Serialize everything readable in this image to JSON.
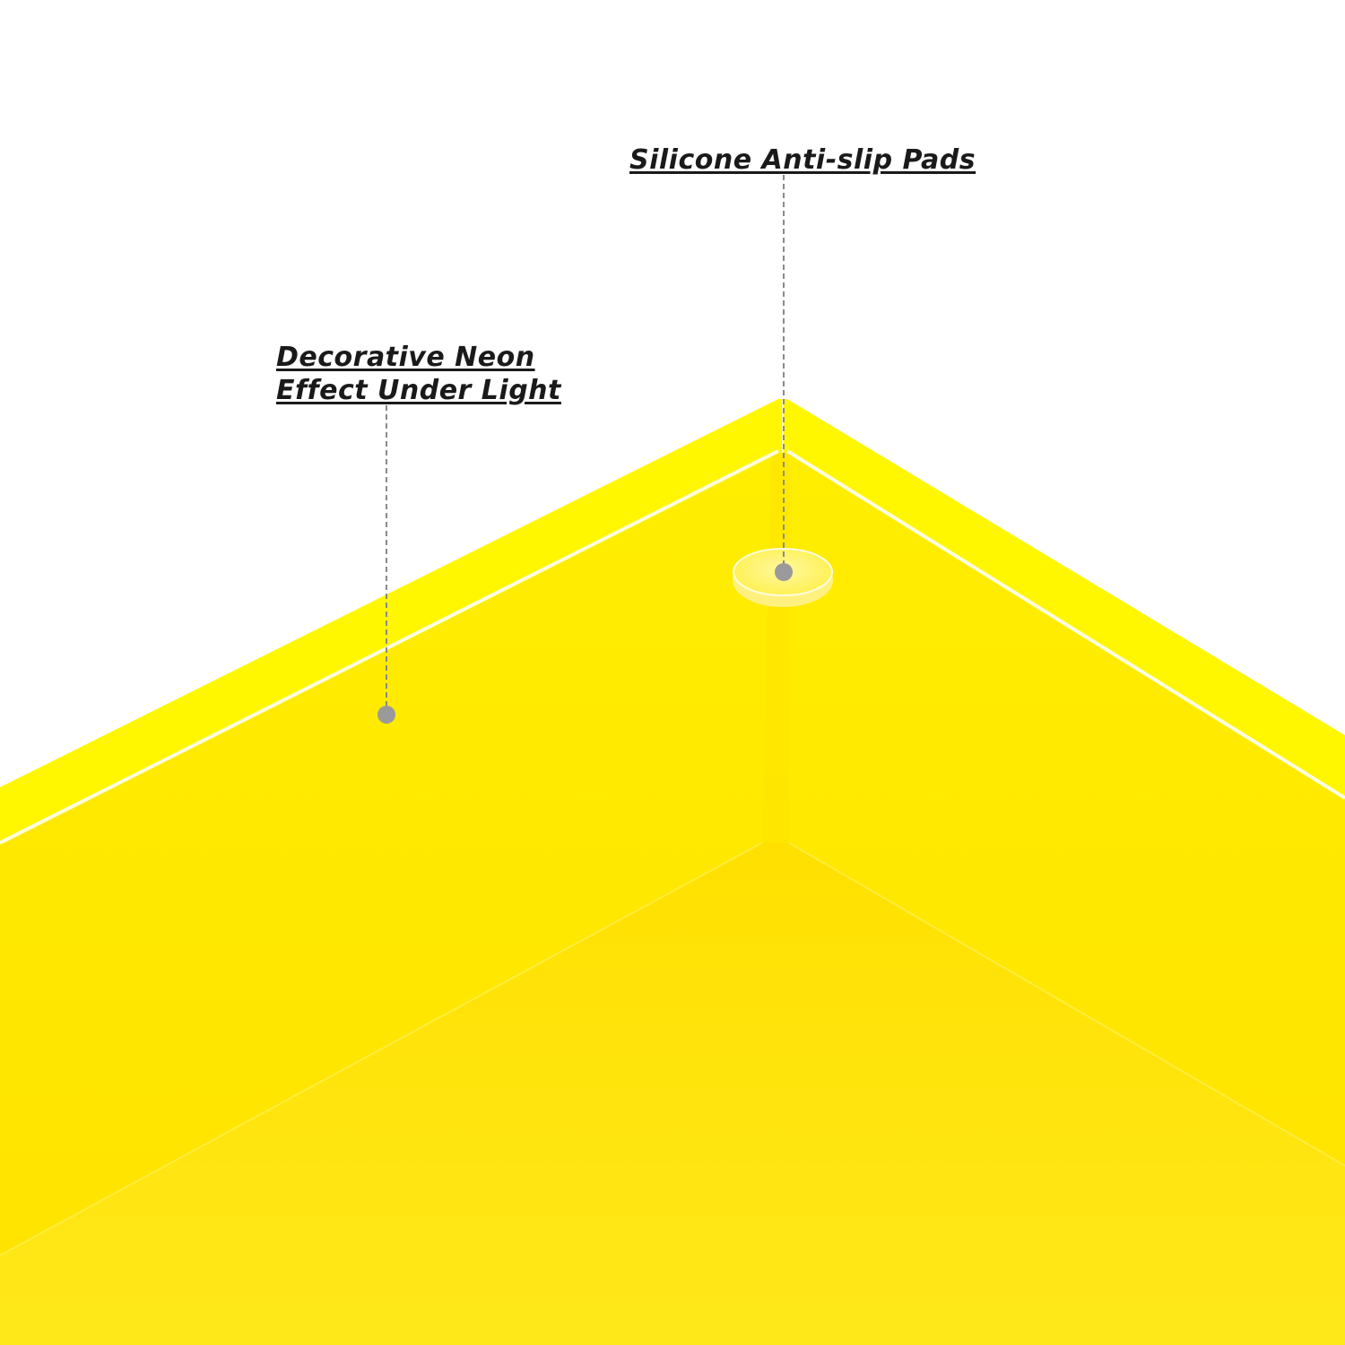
{
  "callouts": {
    "pads": {
      "label": "Silicone Anti-slip Pads"
    },
    "neon": {
      "line1": "Decorative Neon",
      "line2": "Effect Under Light"
    }
  },
  "colors": {
    "background": "#ffffff",
    "tray_rim": "#fff700",
    "tray_floor": "#ffe100",
    "highlight": "#fffde0",
    "leader_line": "#8a8a8a",
    "marker_dot": "#9a9a9a",
    "label_text": "#1a1a1a"
  }
}
